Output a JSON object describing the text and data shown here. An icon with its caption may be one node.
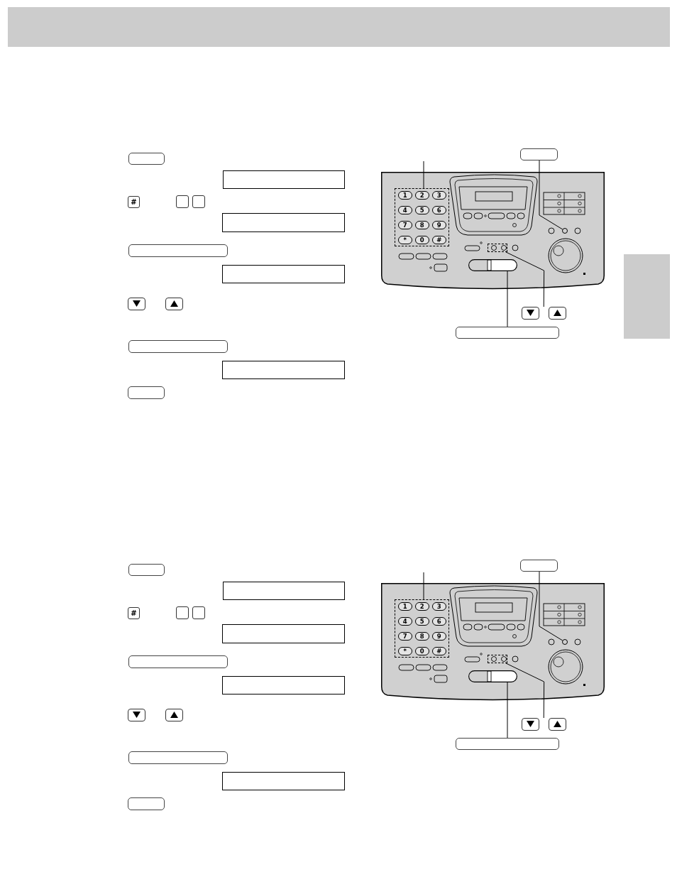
{
  "diagram": {
    "nodes": [
      {
        "text": [],
        "shape": "box"
      },
      {
        "text": [],
        "shape": "box"
      },
      {
        "text": [
          "#"
        ]
      },
      {
        "text": [],
        "shape": "box"
      },
      {
        "text": [],
        "shape": "box"
      },
      {
        "text": [],
        "shape": "box"
      },
      {
        "text": [],
        "shape": "box"
      },
      {
        "text": [],
        "shape": "box"
      },
      {
        "text": [],
        "shape": "box"
      },
      {
        "text": [],
        "shape": "box"
      },
      {
        "text": [],
        "shape": "box"
      },
      {
        "text": [],
        "shape": "box"
      },
      {
        "text": [],
        "shape": "box"
      },
      {
        "text": [],
        "shape": "box"
      },
      {
        "text": [],
        "shape": "picture"
      },
      {
        "text": [],
        "shape": "box",
        "in": 14
      },
      {
        "text": [
          "1"
        ],
        "in": 15
      },
      {
        "text": [
          "2"
        ],
        "in": 15
      },
      {
        "text": [
          "3"
        ],
        "in": 15
      },
      {
        "text": [
          "4"
        ],
        "in": 15
      },
      {
        "text": [
          "5"
        ],
        "in": 15
      },
      {
        "text": [
          "6"
        ],
        "in": 15
      },
      {
        "text": [
          "7"
        ],
        "in": 15
      },
      {
        "text": [
          "8"
        ],
        "in": 15
      },
      {
        "text": [
          "9"
        ],
        "in": 15
      },
      {
        "text": [
          "*"
        ],
        "in": 15
      },
      {
        "text": [
          "0"
        ],
        "in": 15
      },
      {
        "text": [
          "#"
        ],
        "in": 15
      },
      {
        "text": [],
        "shape": "circle",
        "in": 14
      },
      {
        "text": [],
        "shape": "box",
        "in": 14
      },
      {
        "text": [],
        "shape": "box",
        "in": 14
      },
      {
        "text": [],
        "shape": "box"
      },
      {
        "text": [],
        "shape": "box"
      },
      {
        "text": [],
        "shape": "box"
      },
      {
        "text": [],
        "shape": "box"
      },
      {
        "text": [],
        "shape": "box"
      },
      {
        "text": [
          "#"
        ]
      },
      {
        "text": [],
        "shape": "box"
      },
      {
        "text": [],
        "shape": "box"
      },
      {
        "text": [],
        "shape": "box"
      },
      {
        "text": [],
        "shape": "box"
      },
      {
        "text": [],
        "shape": "box"
      },
      {
        "text": [],
        "shape": "box"
      },
      {
        "text": [],
        "shape": "box"
      },
      {
        "text": [],
        "shape": "box"
      },
      {
        "text": [],
        "shape": "box"
      },
      {
        "text": [],
        "shape": "box"
      },
      {
        "text": [],
        "shape": "box"
      },
      {
        "text": [],
        "shape": "picture"
      },
      {
        "text": [],
        "shape": "box",
        "in": 48
      },
      {
        "text": [
          "1"
        ],
        "in": 49
      },
      {
        "text": [
          "2"
        ],
        "in": 49
      },
      {
        "text": [
          "3"
        ],
        "in": 49
      },
      {
        "text": [
          "4"
        ],
        "in": 49
      },
      {
        "text": [
          "5"
        ],
        "in": 49
      },
      {
        "text": [
          "6"
        ],
        "in": 49
      },
      {
        "text": [
          "7"
        ],
        "in": 49
      },
      {
        "text": [
          "8"
        ],
        "in": 49
      },
      {
        "text": [
          "9"
        ],
        "in": 49
      },
      {
        "text": [
          "*"
        ],
        "in": 49
      },
      {
        "text": [
          "0"
        ],
        "in": 49
      },
      {
        "text": [
          "#"
        ],
        "in": 49
      },
      {
        "text": [],
        "shape": "circle",
        "in": 48
      },
      {
        "text": [],
        "shape": "box",
        "in": 48
      },
      {
        "text": [],
        "shape": "box",
        "in": 48
      },
      {
        "text": [],
        "shape": "box"
      },
      {
        "text": [],
        "shape": "box"
      },
      {
        "text": [],
        "shape": "box"
      },
      {
        "text": [],
        "shape": "box"
      }
    ],
    "edges": [
      {
        "from": null,
        "to": 15,
        "arrow": "none"
      },
      {
        "from": 13,
        "to": 28,
        "arrow": "none"
      },
      {
        "from": 31,
        "to": 29,
        "arrow": "none"
      },
      {
        "from": 32,
        "to": 29,
        "arrow": "none"
      },
      {
        "from": 33,
        "to": 30,
        "arrow": "none"
      },
      {
        "from": null,
        "to": 49,
        "arrow": "none"
      },
      {
        "from": 47,
        "to": 62,
        "arrow": "none"
      },
      {
        "from": 65,
        "to": 63,
        "arrow": "none"
      },
      {
        "from": 66,
        "to": 63,
        "arrow": "none"
      },
      {
        "from": 67,
        "to": 64,
        "arrow": "none"
      }
    ]
  }
}
